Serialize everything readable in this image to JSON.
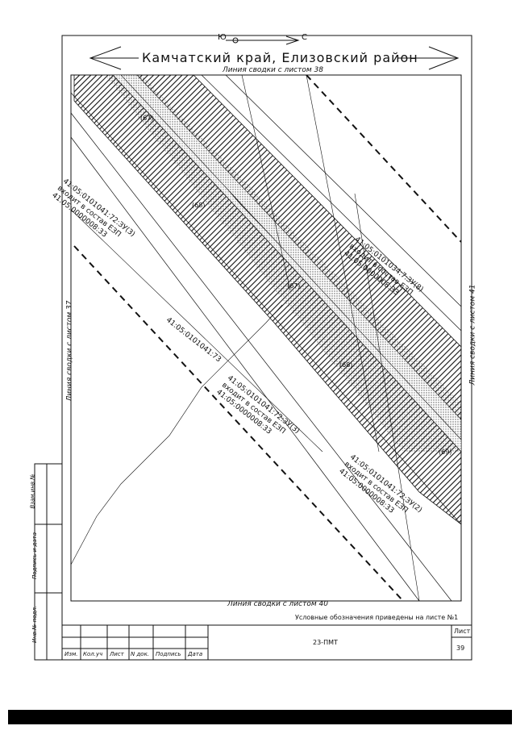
{
  "header": {
    "title": "Камчатский край, Елизовский район",
    "north_arrow_letters": [
      "Ю",
      "С"
    ]
  },
  "match_lines": {
    "top": "Линия сводки с листом 38",
    "bottom": "Линия сводки с листом 40",
    "left": "Линия сводки с листом 37",
    "right": "Линия сводки с листом 41"
  },
  "parcels": {
    "p1": [
      "41:05:0101034:7:ЗУ(8)",
      "входит в состав ЕЗП",
      "41:05:0000008:33"
    ],
    "p2": [
      "41:05:0101041:72:ЗУ(3)",
      "входит в состав ЕЗП",
      "41:05:0000008:33"
    ],
    "p3": [
      "41:05:0101041:72:ЗУ(3)",
      "входит в состав ЕЗП",
      "41:05:0000008:33"
    ],
    "p4": [
      "41:05:0101041:72:ЗУ(2)",
      "входит в состав ЕЗП",
      "41:05:0000008:33"
    ],
    "plain": "41:05:0101041:73"
  },
  "markers": [
    "(67)",
    "(68)",
    "(67)",
    "(68)",
    "(69)"
  ],
  "legend_note": "Условные обозначения приведены на листе №1",
  "stamp": {
    "doc_code": "23-ПМТ",
    "sheet_label": "Лист",
    "sheet_number": "39",
    "columns": [
      "Изм.",
      "Кол.уч",
      "Лист",
      "N док.",
      "Подпись",
      "Дата"
    ],
    "side_fields": [
      "Взам.инв.№",
      "Подпись и дата",
      "Инв.№ подл."
    ]
  }
}
